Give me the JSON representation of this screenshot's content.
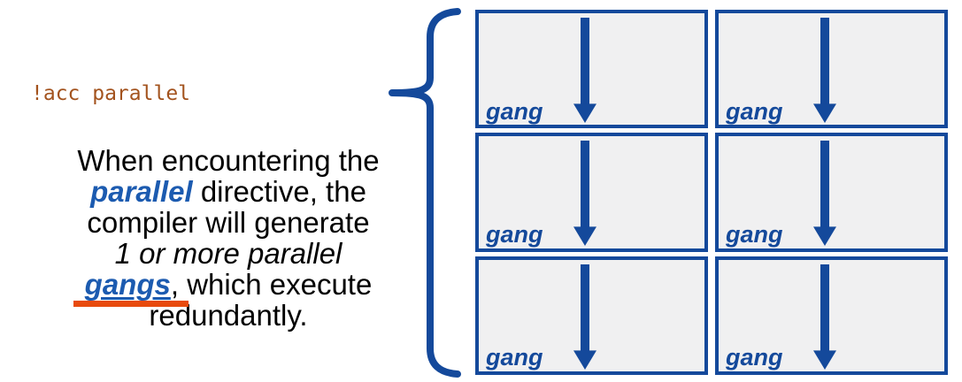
{
  "code_annotation": {
    "text": "!acc parallel"
  },
  "description": {
    "line1": "When encountering the",
    "line2_keyword": "parallel",
    "line2_rest": "directive, the",
    "line3": "compiler will generate",
    "line4": "1 or more parallel",
    "line5_keyword": "gangs",
    "line5_rest": ", which execute",
    "line6": "redundantly."
  },
  "gang_grid": {
    "rows": 3,
    "columns": 2,
    "boxes": [
      {
        "label": "gang"
      },
      {
        "label": "gang"
      },
      {
        "label": "gang"
      },
      {
        "label": "gang"
      },
      {
        "label": "gang"
      },
      {
        "label": "gang"
      }
    ]
  },
  "icons": {
    "brace": "left-curly-brace-icon",
    "arrow": "arrow-down-icon"
  },
  "colors": {
    "diagram_blue": "#14499B",
    "keyword_blue": "#1C5BB0",
    "code_brown": "#A3531E",
    "underline_orange": "#E84A0D",
    "box_fill": "#F0F0F1",
    "background": "#FFFFFF"
  }
}
